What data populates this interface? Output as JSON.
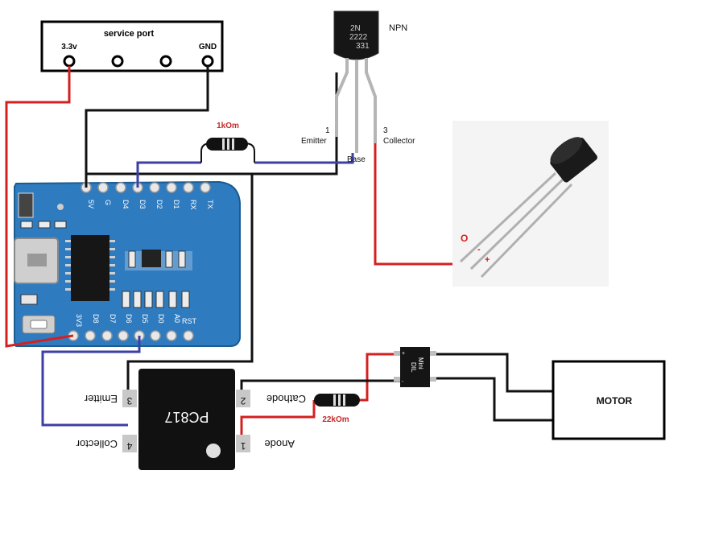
{
  "service_port": {
    "title": "service port",
    "pin_3v3": "3.3v",
    "pin_gnd": "GND"
  },
  "transistor": {
    "type_label": "NPN",
    "body_lines": [
      "2N",
      "2222",
      "331"
    ],
    "pin1_number": "1",
    "pin1_name": "Emitter",
    "pin2_name": "Base",
    "pin3_number": "3",
    "pin3_name": "Collector"
  },
  "resistor_1": {
    "label": "1kOm"
  },
  "resistor_2": {
    "label": "22kOm"
  },
  "ir_receiver": {
    "pin_out": "O",
    "pin_minus": "-",
    "pin_plus": "+"
  },
  "board": {
    "top_pins": [
      "5V",
      "G",
      "D4",
      "D3",
      "D2",
      "D1",
      "RX",
      "TX"
    ],
    "bottom_pins": [
      "3V3",
      "D8",
      "D7",
      "D6",
      "D5",
      "D0",
      "A0",
      "RST"
    ]
  },
  "optocoupler": {
    "name": "PC817",
    "pin1_number": "1",
    "pin1_name": "Anode",
    "pin2_number": "2",
    "pin2_name": "Cathode",
    "pin3_number": "3",
    "pin3_name": "Emitter",
    "pin4_number": "4",
    "pin4_name": "Collector"
  },
  "bridge": {
    "name_line1": "Mini",
    "name_line2": "DIL",
    "plus": "+",
    "minus": "-"
  },
  "motor": {
    "label": "MOTOR"
  },
  "colors": {
    "wire_red": "#d42020",
    "wire_black": "#111111",
    "wire_blue": "#3b3fa6",
    "board_blue": "#2f7bbf",
    "resistor_label_red": "#c62828"
  }
}
